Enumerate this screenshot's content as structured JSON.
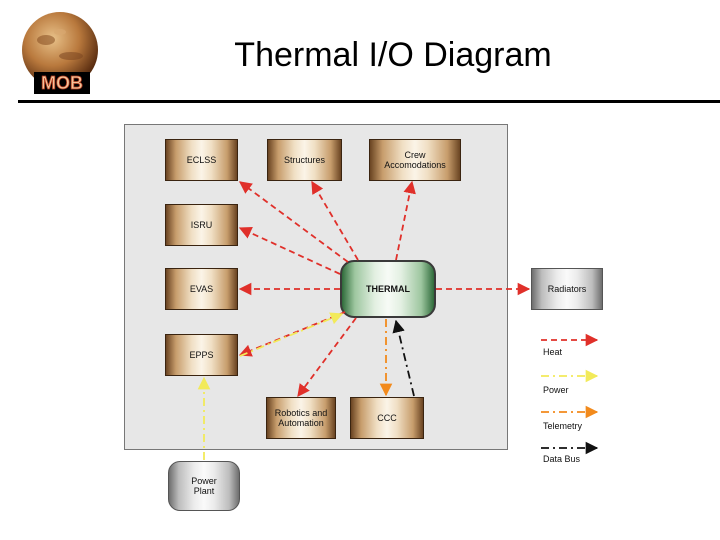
{
  "title": "Thermal I/O Diagram",
  "logo_text": "MOB",
  "boxes": {
    "eclss": "ECLSS",
    "structures": "Structures",
    "crew": "Crew\nAccomodations",
    "isru": "ISRU",
    "evas": "EVAS",
    "thermal": "THERMAL",
    "radiators": "Radiators",
    "epps": "EPPS",
    "robotics": "Robotics and\nAutomation",
    "ccc": "CCC",
    "power_plant": "Power\nPlant"
  },
  "legend": {
    "heat": "Heat",
    "power": "Power",
    "telemetry": "Telemetry",
    "data_bus": "Data Bus"
  },
  "colors": {
    "heat": "#e0302a",
    "power": "#f2ea5a",
    "telemetry": "#f28a1c",
    "data_bus": "#111111",
    "component_fill": "#f3e4cc",
    "thermal_fill": "#e3f0e2"
  }
}
